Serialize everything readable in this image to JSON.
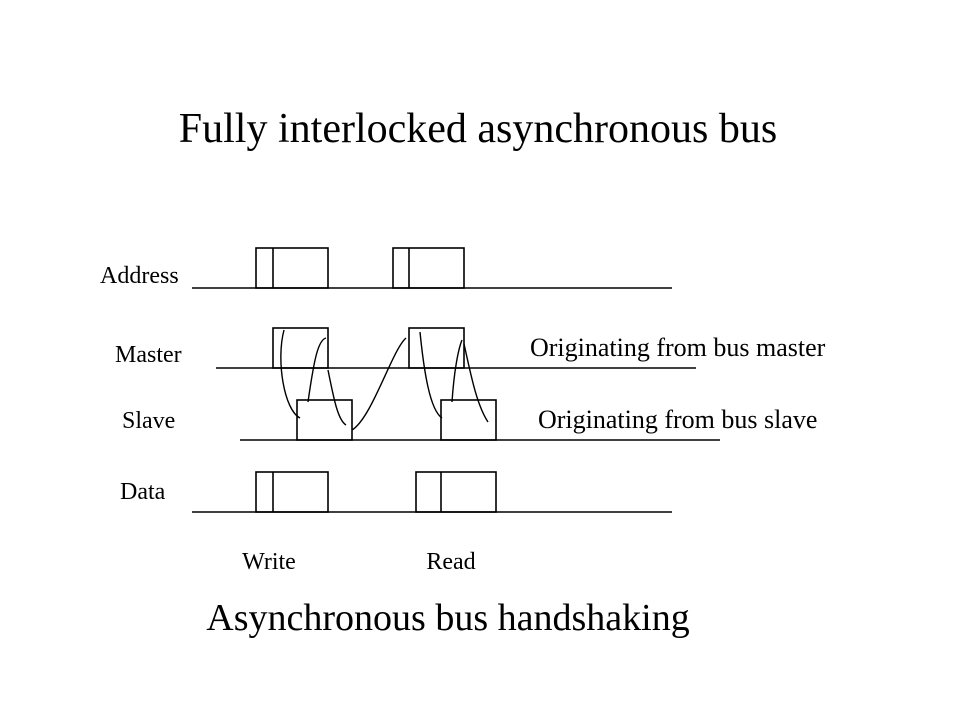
{
  "title": "Fully interlocked asynchronous bus",
  "signals": {
    "address": "Address",
    "master": "Master",
    "slave": "Slave",
    "data": "Data"
  },
  "notes": {
    "master": "Originating from bus master",
    "slave": "Originating from bus slave"
  },
  "phases": {
    "write": "Write",
    "read": "Read"
  },
  "caption": "Asynchronous bus handshaking"
}
